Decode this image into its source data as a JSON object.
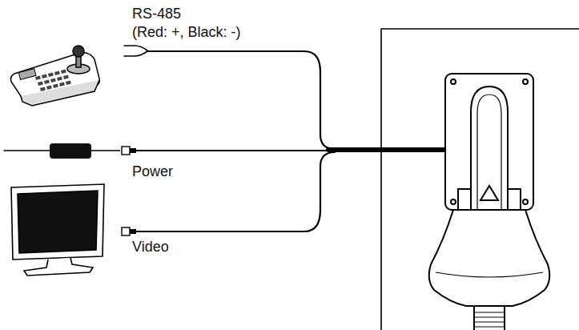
{
  "diagram": {
    "labels": [
      "RS-485",
      "(Red: +, Black: -)",
      "Power",
      "Video"
    ]
  }
}
